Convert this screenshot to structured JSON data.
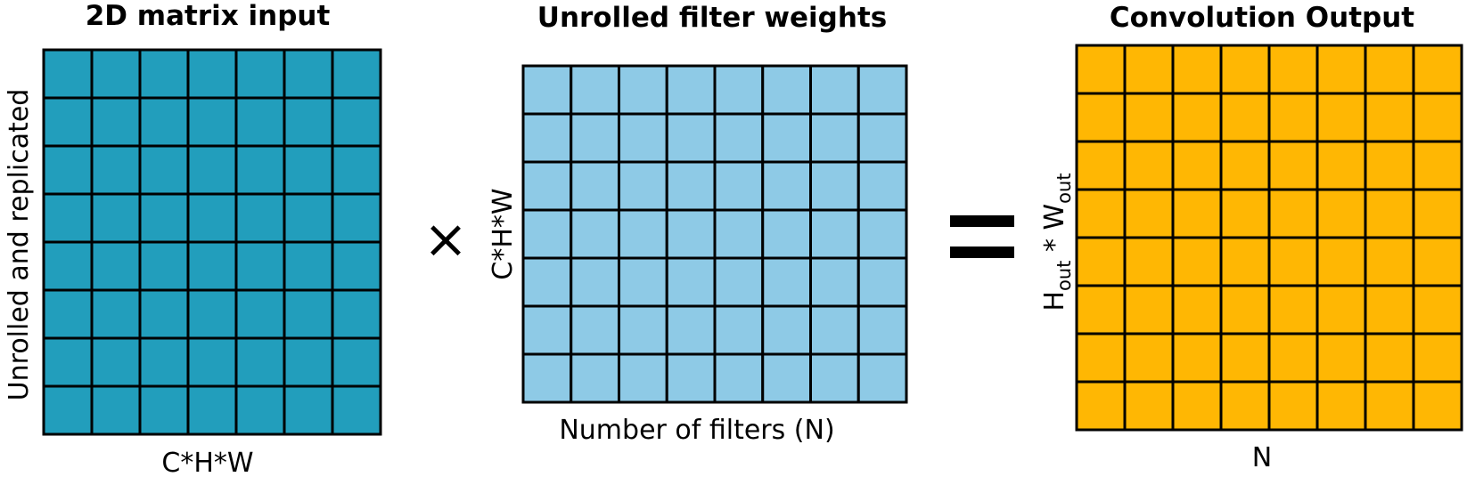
{
  "matrices": {
    "input": {
      "title": "2D matrix input",
      "xlabel": "C*H*W",
      "ylabel": "Unrolled and replicated",
      "rows": 8,
      "cols": 7,
      "fill": "#229ebc"
    },
    "filters": {
      "title": "Unrolled filter weights",
      "xlabel": "Number of filters (N)",
      "ylabel": "C*H*W",
      "rows": 7,
      "cols": 8,
      "fill": "#8ecae6"
    },
    "output": {
      "title": "Convolution Output",
      "xlabel": "N",
      "ylabel_parts": [
        "H",
        "out",
        " * W",
        "out"
      ],
      "rows": 8,
      "cols": 8,
      "fill": "#ffb703"
    }
  },
  "operators": {
    "multiply": "×"
  },
  "grid_line_color": "#000000"
}
